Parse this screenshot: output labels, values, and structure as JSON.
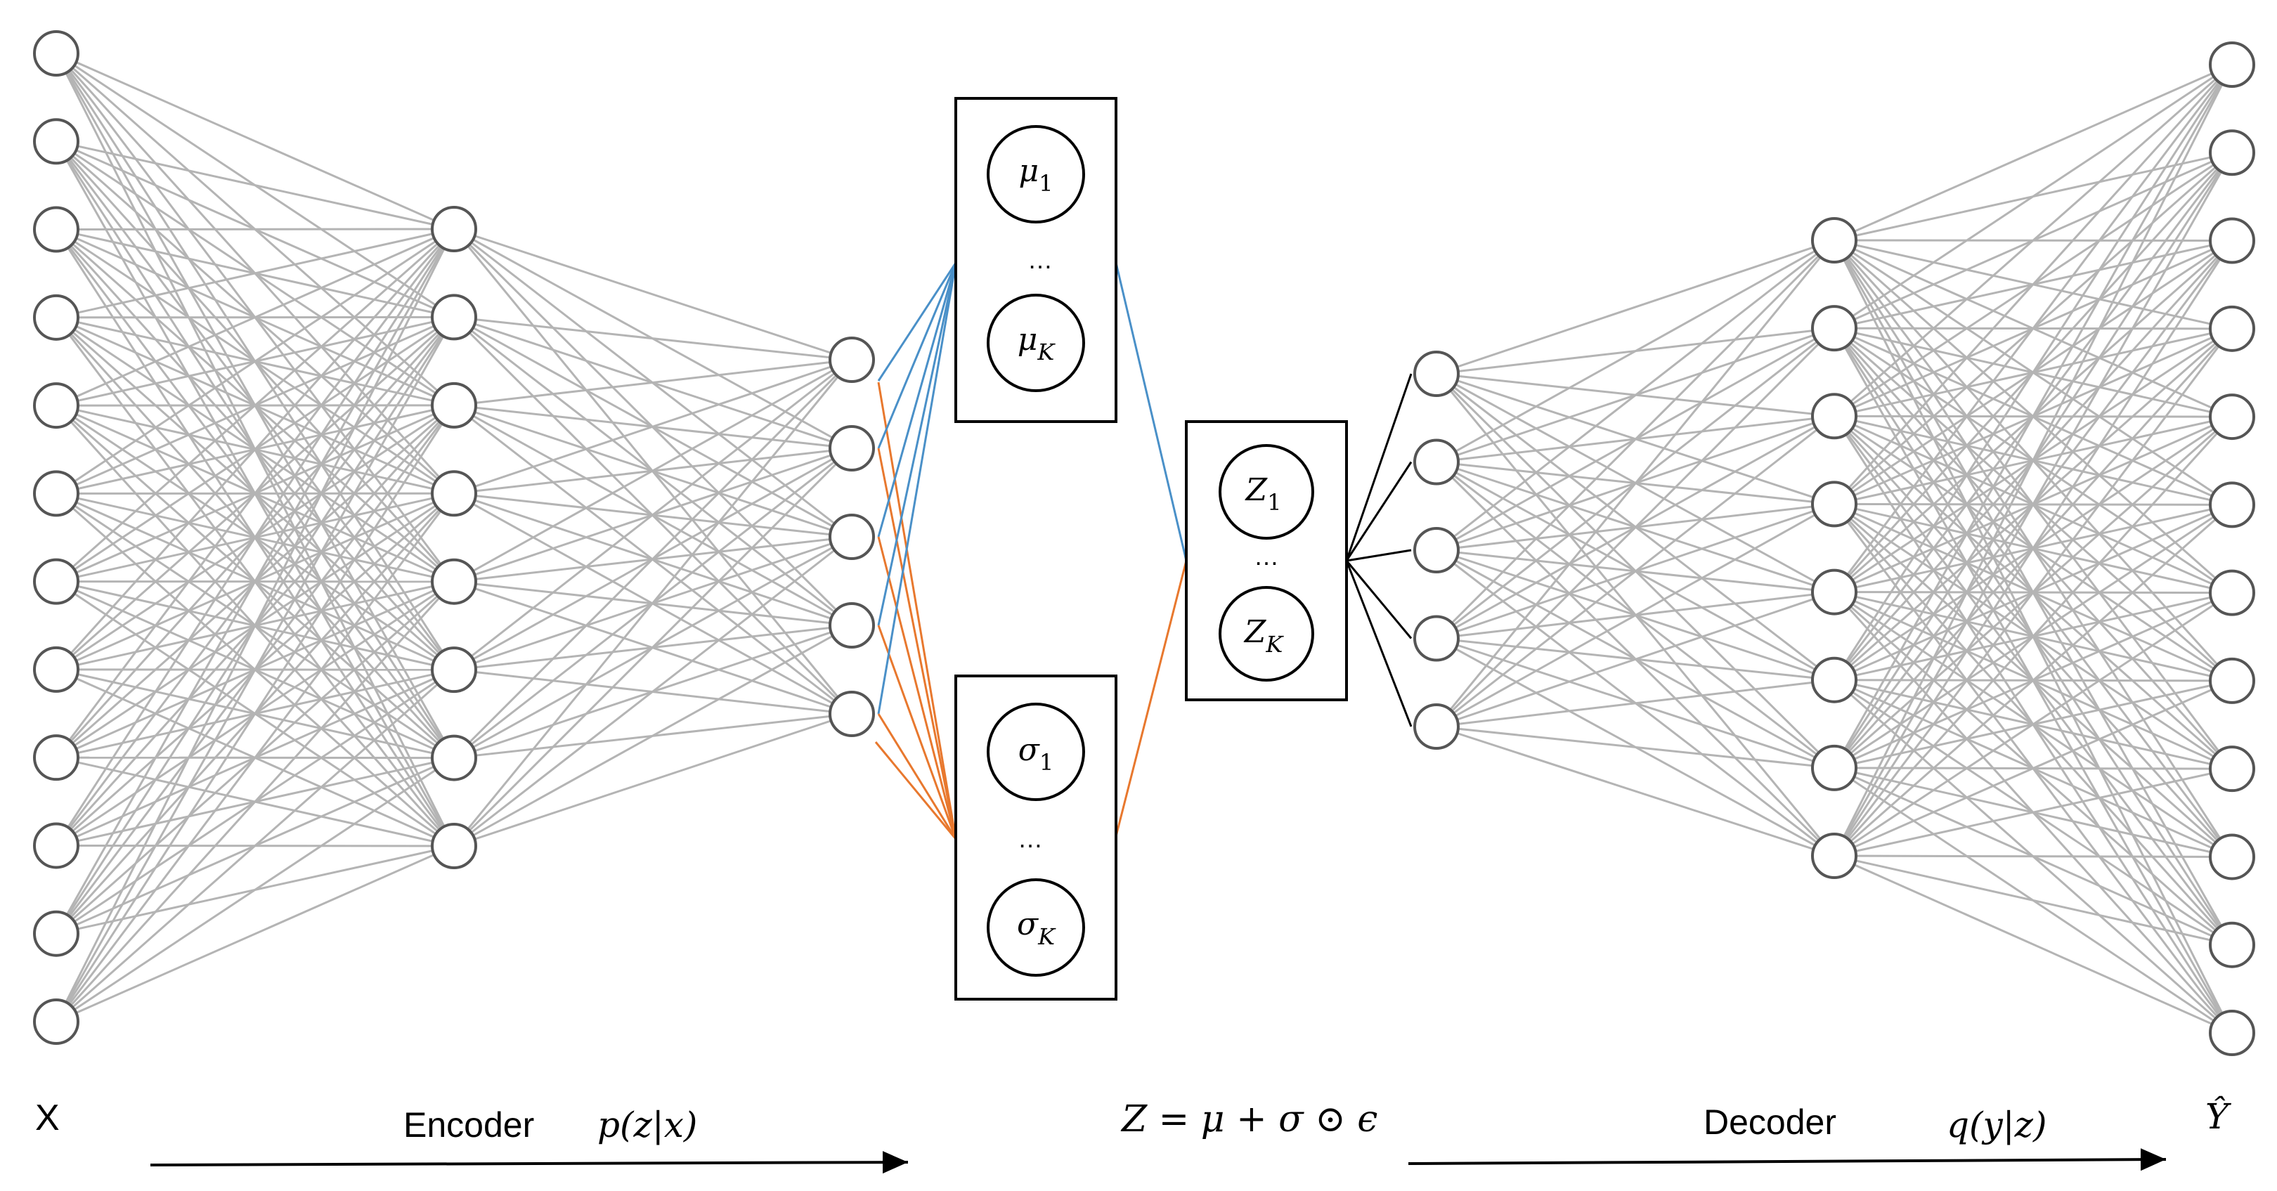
{
  "labels": {
    "input": "X",
    "output": "Ŷ",
    "encoder": "Encoder",
    "encoder_dist": "p(z|x)",
    "decoder": "Decoder",
    "decoder_dist": "q(y|z)",
    "reparam": "Z = μ + σ ⊙ ϵ"
  },
  "mu_box": {
    "top": "μ",
    "top_sub": "1",
    "ellipsis": "…",
    "bottom": "μ",
    "bottom_sub": "K"
  },
  "sigma_box": {
    "top": "σ",
    "top_sub": "1",
    "ellipsis": "…",
    "bottom": "σ",
    "bottom_sub": "K"
  },
  "z_box": {
    "top": "Z",
    "top_sub": "1",
    "ellipsis": "…",
    "bottom": "Z",
    "bottom_sub": "K"
  },
  "network": {
    "encoder_layer_sizes": [
      12,
      8,
      5
    ],
    "decoder_layer_sizes": [
      5,
      8,
      12
    ]
  },
  "colors": {
    "edge": "#b4b4b4",
    "mu_edge": "#4a90c8",
    "sigma_edge": "#e8782e",
    "z_edge": "#000000",
    "node_stroke": "#555555",
    "box_stroke": "#000000",
    "text": "#000000"
  }
}
